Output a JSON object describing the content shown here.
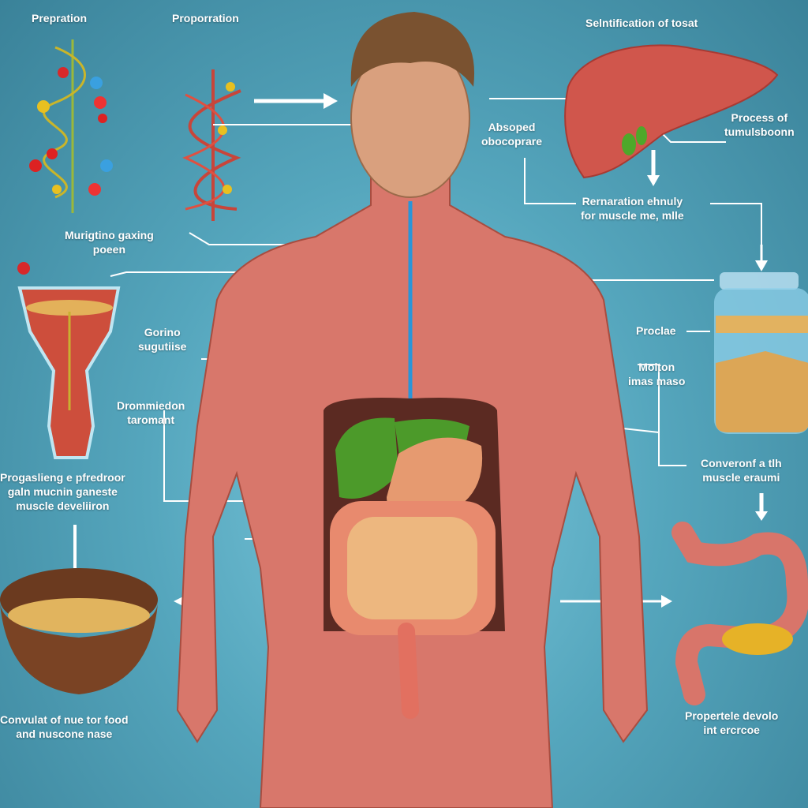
{
  "labels": {
    "preparation_left": "Prepration",
    "preparation_dna": "Proporration",
    "liver_title": "Selntification of tosat",
    "process_of": "Process of\ntumulsboonn",
    "absorbed": "Absoped\nobocoprare",
    "reparation": "Rernaration ehnuly\nfor muscle me, mlle",
    "murigtino": "Murigtino gaxing\npoeen",
    "gorino": "Gorino\nsugutiise",
    "drommiedon": "Drommiedon\ntaromant",
    "progaslieng": "Progaslieng e pfredroor\ngaln mucnin ganeste\nmuscle develiiron",
    "proclae": "Proclae",
    "molton": "Molton\nimas maso",
    "converonf": "Converonf a tlh\nmuscle eraumi",
    "convulat": "Convulat of nue tor food\nand nuscone nase",
    "propertele": "Propertele devolo\nint ercrcoe"
  },
  "colors": {
    "muscle": "#d8776b",
    "liver": "#c8534a",
    "organ_green": "#4c9a2a",
    "powder": "#e0a94e",
    "line": "#ffffff"
  }
}
